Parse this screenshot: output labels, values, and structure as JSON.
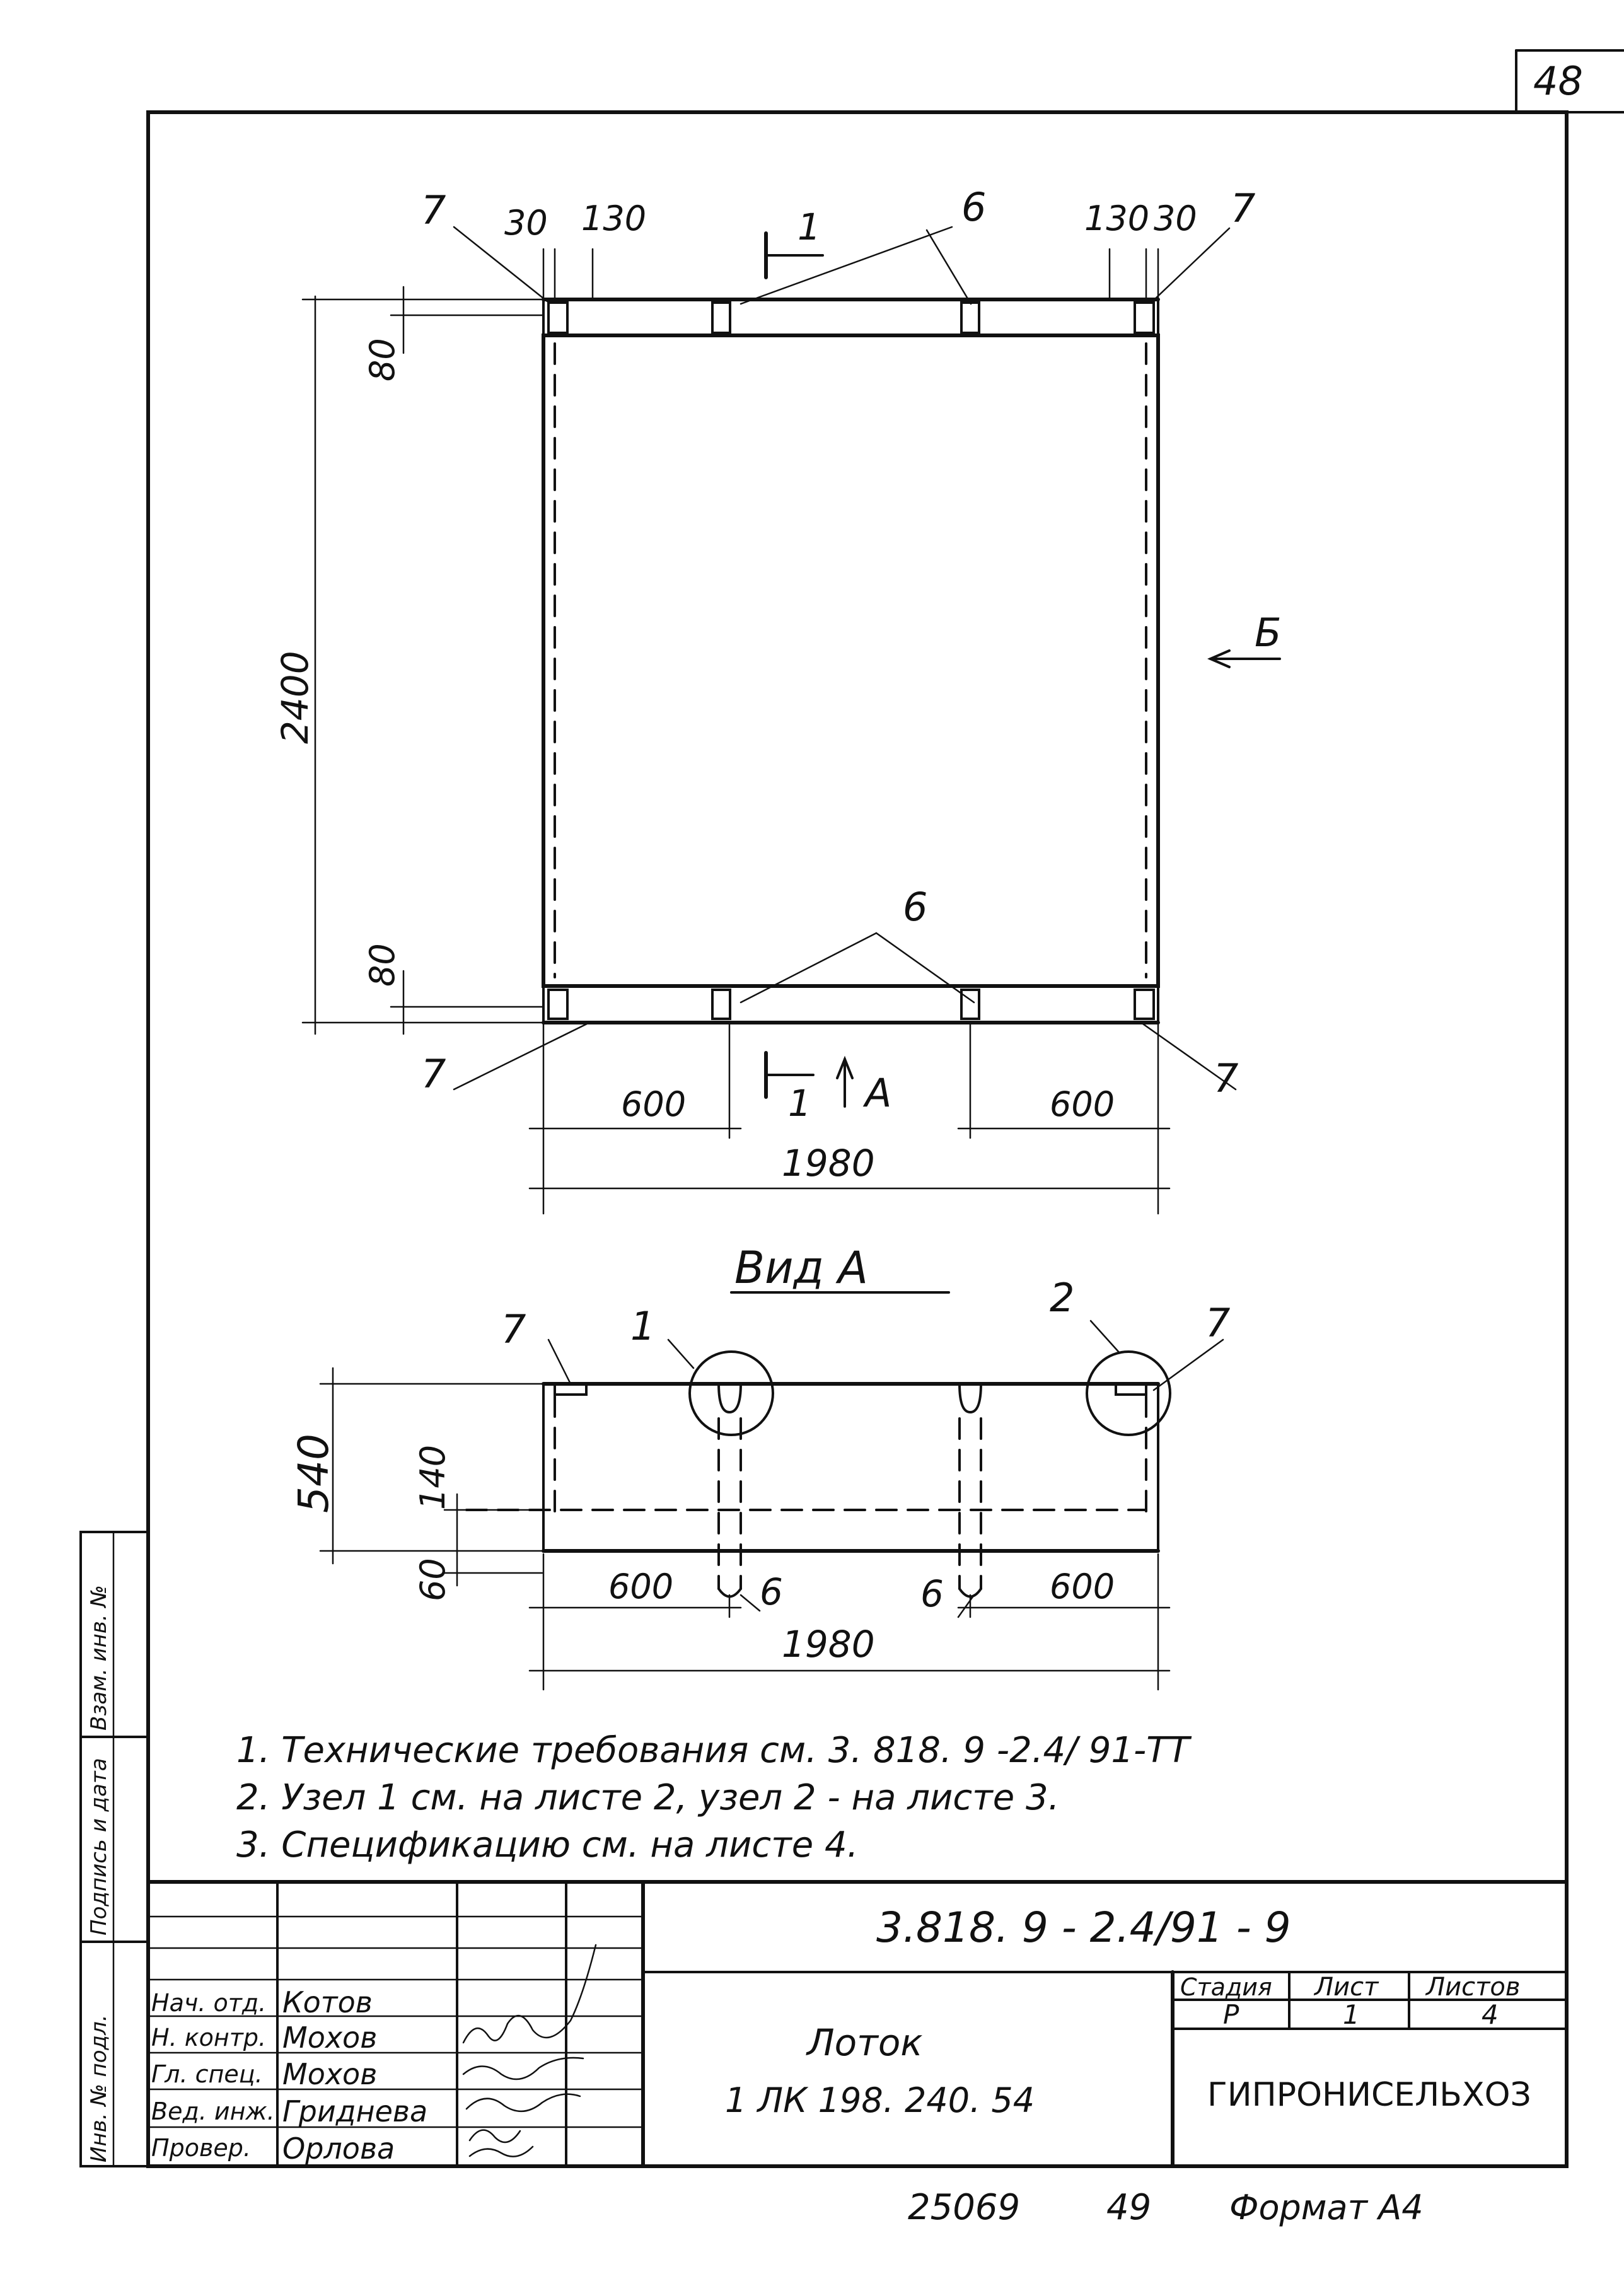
{
  "sheet_number": "48",
  "plan": {
    "dim_width": "1980",
    "dim_height": "2400",
    "dim_edge_top": "80",
    "dim_edge_bottom": "80",
    "dim_30_left": "30",
    "dim_130_left": "130",
    "dim_130_right": "130",
    "dim_30_right": "30",
    "dim_600_left": "600",
    "dim_600_right": "600",
    "callout_6_top": "6",
    "callout_6_bottom": "6",
    "callout_7_top_left": "7",
    "callout_7_top_right": "7",
    "callout_7_bottom_left": "7",
    "callout_7_bottom_right": "7",
    "section_top": "1",
    "section_bottom": "1",
    "view_a_arrow": "А",
    "view_b_arrow": "Б"
  },
  "view_a": {
    "title": "Вид А",
    "dim_height": "540",
    "dim_140": "140",
    "dim_60": "60",
    "dim_600_left": "600",
    "dim_600_right": "600",
    "dim_width": "1980",
    "node_1": "1",
    "node_2": "2",
    "callout_7_left": "7",
    "callout_7_right": "7",
    "callout_6_left": "6",
    "callout_6_right": "6"
  },
  "notes": [
    "1. Технические требования см. 3. 818. 9 -2.4/ 91-ТТ",
    "2. Узел 1 см. на листе 2, узел 2 - на листе 3.",
    "3. Спецификацию см. на листе 4."
  ],
  "side_stamp": {
    "inv_orig": "Инв. № подл.",
    "sign_date": "Подпись и дата",
    "replace_inv": "Взам. инв. №"
  },
  "title_block": {
    "designation": "3.818. 9 - 2.4/91 - 9",
    "name_line1": "Лоток",
    "name_line2": "1 ЛК 198. 240. 54",
    "stage_header": "Стадия",
    "sheet_header": "Лист",
    "sheets_header": "Листов",
    "stage": "Р",
    "sheet": "1",
    "sheets": "4",
    "organization": "ГИПРОНИСЕЛЬХОЗ",
    "roles": [
      {
        "role": "Нач. отд.",
        "name": "Котов"
      },
      {
        "role": "Н. контр.",
        "name": "Мохов"
      },
      {
        "role": "Гл. спец.",
        "name": "Мохов"
      },
      {
        "role": "Вед. инж.",
        "name": "Гриднева"
      },
      {
        "role": "Провер.",
        "name": "Орлова"
      }
    ]
  },
  "footer": {
    "number": "25069",
    "page": "49",
    "format": "Формат А4"
  }
}
